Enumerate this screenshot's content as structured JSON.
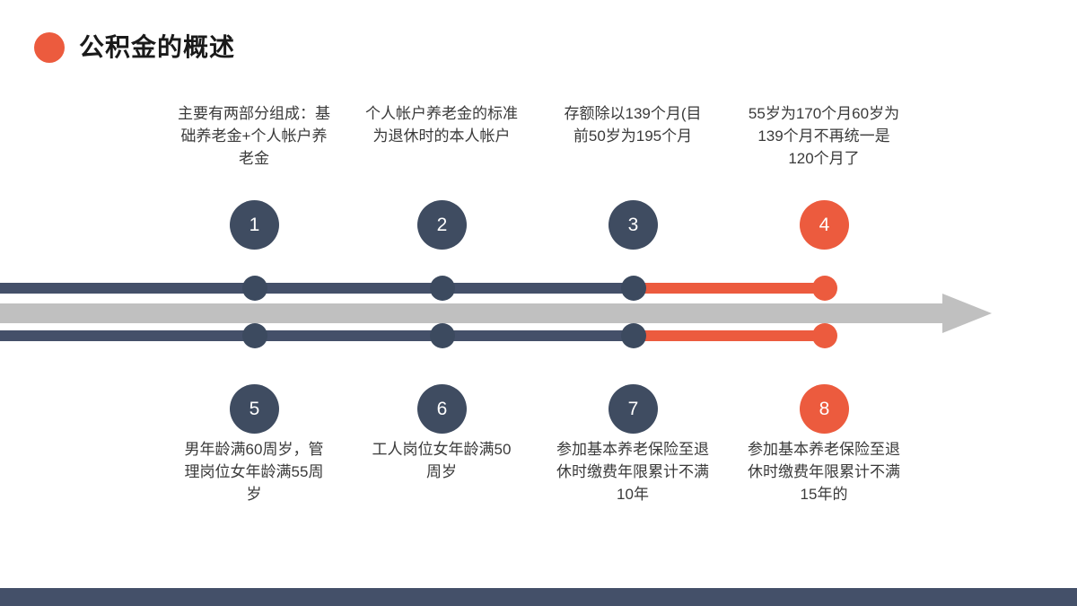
{
  "slide": {
    "title": "公积金的概述",
    "bullet_color": "#ec5b3e",
    "background": "#ffffff"
  },
  "theme": {
    "navy": "#445069",
    "orange": "#ec5b3e",
    "gray": "#c0c0c0",
    "text": "#3a3a3a"
  },
  "timeline": {
    "direction_icon": "arrow-right-icon",
    "top_track_color": "#445069",
    "top_track_highlight_color": "#ec5b3e",
    "bottom_track_color": "#445069",
    "bottom_track_highlight_color": "#ec5b3e",
    "center_arrow_color": "#c0c0c0"
  },
  "steps_top": [
    {
      "number": "1",
      "color": "#3f4c61",
      "text": "主要有两部分组成：基础养老金+个人帐户养老金"
    },
    {
      "number": "2",
      "color": "#3f4c61",
      "text": "个人帐户养老金的标准为退休时的本人帐户"
    },
    {
      "number": "3",
      "color": "#3f4c61",
      "text": "存额除以139个月(目前50岁为195个月"
    },
    {
      "number": "4",
      "color": "#ec5b3e",
      "text": "55岁为170个月60岁为139个月不再统一是120个月了"
    }
  ],
  "steps_bottom": [
    {
      "number": "5",
      "color": "#3f4c61",
      "text": "男年龄满60周岁，管理岗位女年龄满55周岁"
    },
    {
      "number": "6",
      "color": "#3f4c61",
      "text": "工人岗位女年龄满50周岁"
    },
    {
      "number": "7",
      "color": "#3f4c61",
      "text": "参加基本养老保险至退休时缴费年限累计不满10年"
    },
    {
      "number": "8",
      "color": "#ec5b3e",
      "text": "参加基本养老保险至退休时缴费年限累计不满15年的"
    }
  ],
  "footer": {
    "color": "#445069"
  }
}
